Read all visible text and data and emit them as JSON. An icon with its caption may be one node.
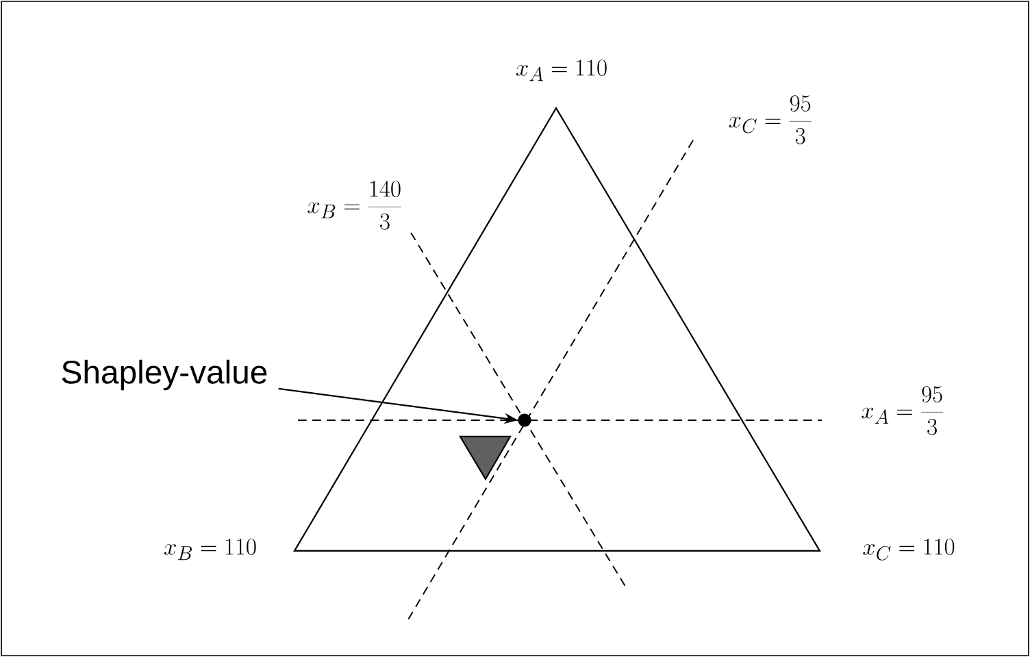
{
  "diagram": {
    "nodes": [
      {
        "text": [
          "Shapley-value"
        ]
      },
      {
        "text": [],
        "shape": "circle"
      },
      {
        "text": [],
        "shape": "triangle"
      }
    ],
    "edges": [
      {
        "from": 0,
        "to": 1,
        "arrow": "to"
      }
    ],
    "labels": [
      "x_{A} = 110",
      "x_{C} = \\frac{95}{3}",
      "x_{B} = \\frac{140}{3}",
      "x_{A} = \\frac{95}{3}",
      "x_{B} = 110",
      "x_{C} = 110"
    ]
  }
}
